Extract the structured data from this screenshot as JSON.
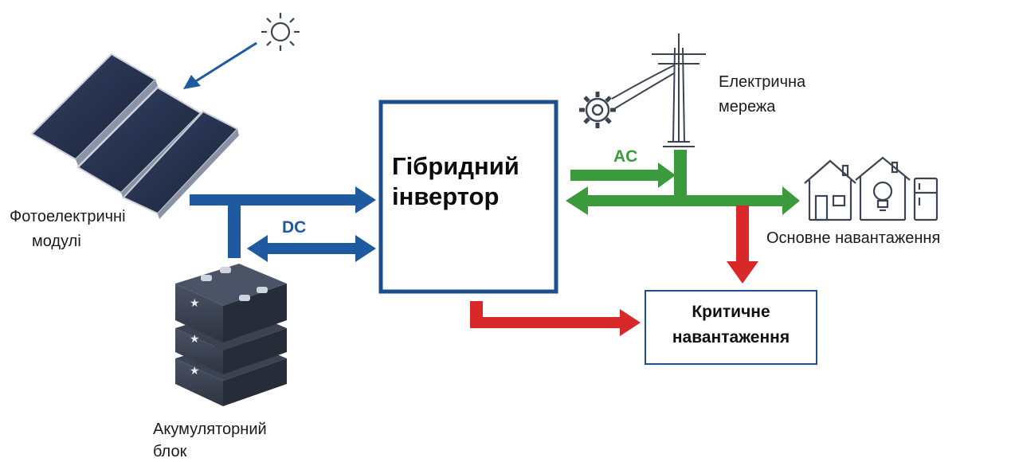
{
  "labels": {
    "pv_line1": "Фотоелектричні",
    "pv_line2": "модулі",
    "battery_line1": "Акумуляторний",
    "battery_line2": "блок",
    "inverter_line1": "Гібридний",
    "inverter_line2": "інвертор",
    "grid_line1": "Електрична",
    "grid_line2": "мережа",
    "main_load": "Основне навантаження",
    "critical_line1": "Критичне",
    "critical_line2": "навантаження",
    "dc": "DC",
    "ac": "AC"
  },
  "colors": {
    "dc_blue": "#1f5aa0",
    "ac_green": "#3a9a3c",
    "critical_red": "#d8282a",
    "box_border": "#1d4f8e",
    "icon_dark": "#3c4454"
  }
}
